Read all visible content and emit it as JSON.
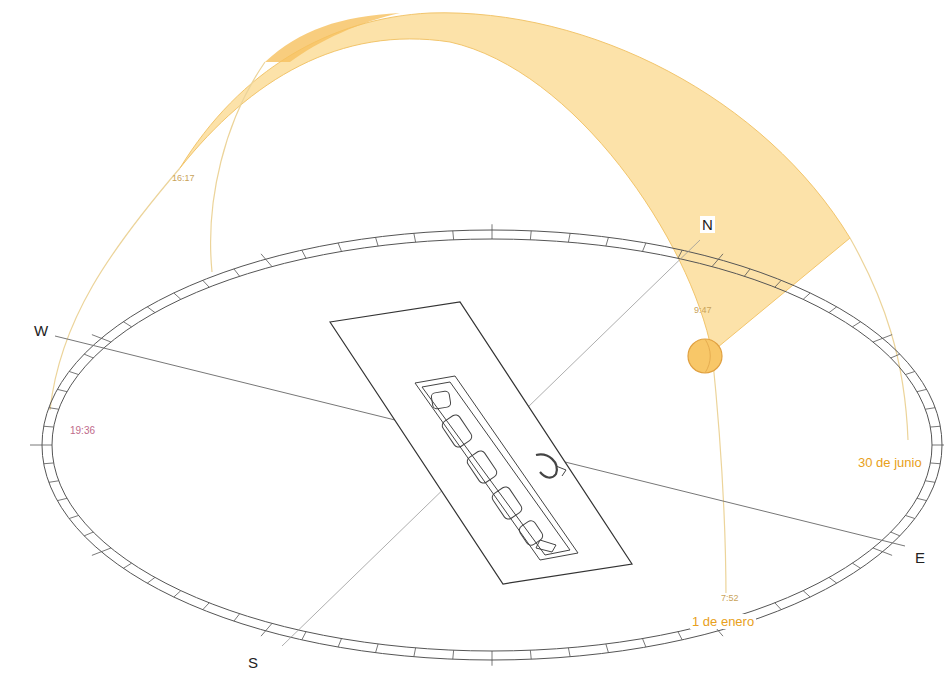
{
  "diagram": {
    "labels": [
      "N",
      "W",
      "S",
      "E",
      "16:17",
      "9:47",
      "19:36",
      "30 de junio",
      "7:52",
      "1 de enero"
    ]
  }
}
